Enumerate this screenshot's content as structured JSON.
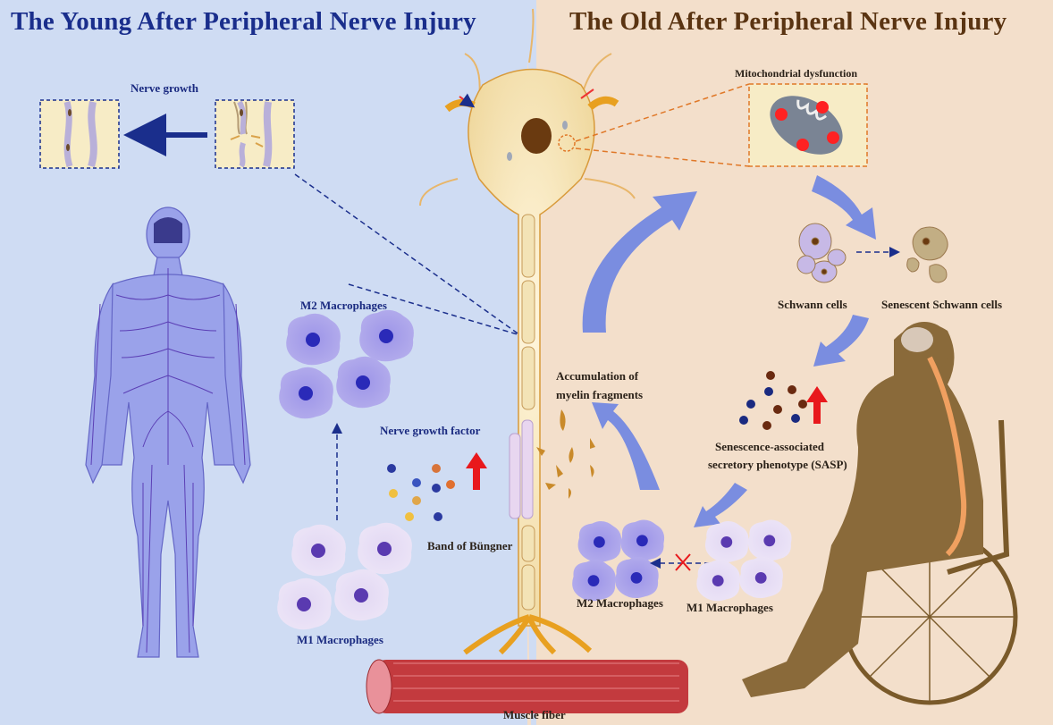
{
  "title_left": "The Young After Peripheral Nerve Injury",
  "title_right": "The Old After Peripheral Nerve Injury",
  "labels": {
    "nerve_growth": "Nerve growth",
    "m2_macrophages_young": "M2 Macrophages",
    "m1_macrophages_young": "M1 Macrophages",
    "nerve_growth_factor": "Nerve growth factor",
    "band_of_bungner": "Band of Büngner",
    "muscle_fiber": "Muscle fiber",
    "mitochondrial_dysfunction": "Mitochondrial dysfunction",
    "schwann_cells": "Schwann cells",
    "senescent_schwann_cells": "Senescent Schwann cells",
    "accumulation_line1": "Accumulation of",
    "accumulation_line2": "myelin fragments",
    "sasp_line1": "Senescence-associated",
    "sasp_line2": "secretory phenotype (SASP)",
    "m2_macrophages_old": "M2 Macrophages",
    "m1_macrophages_old": "M1 Macrophages"
  },
  "colors": {
    "young_bg": "#cfdcf3",
    "old_bg": "#f3dfcb",
    "title_young": "#1a2e8c",
    "title_old": "#5a3412",
    "flow_arrow": "#7a8de0",
    "up_arrow": "#e8181c",
    "neuron": "#f3e3b6",
    "muscle": "#c33a3e"
  }
}
